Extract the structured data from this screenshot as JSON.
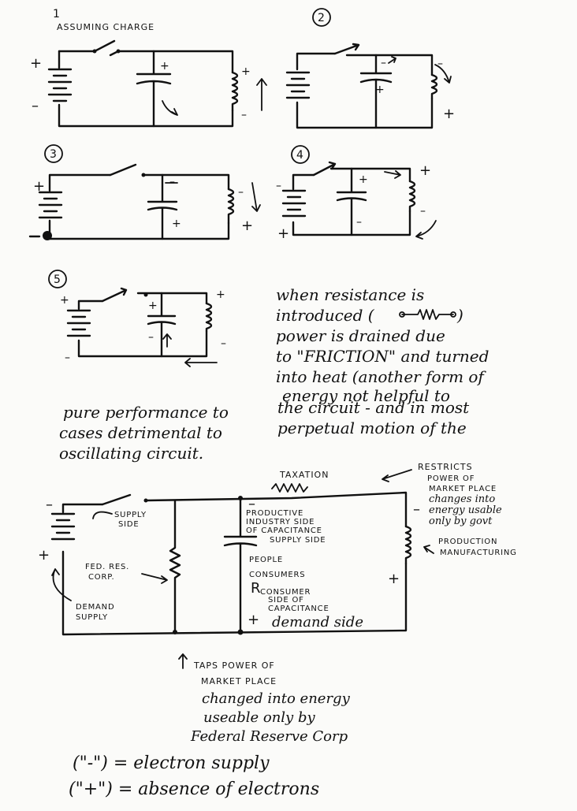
{
  "diagram1": {
    "number": "1",
    "heading": "ASSUMING CHARGE"
  },
  "diagram2": {
    "number": "2"
  },
  "diagram3": {
    "number": "3"
  },
  "diagram4": {
    "number": "4"
  },
  "diagram5": {
    "number": "5"
  },
  "resistance_note": [
    "when resistance is",
    "introduced (",
    ")",
    "power is drained due",
    "to \"FRICTION\" and turned",
    "into heat (another form of",
    "energy not helpful to"
  ],
  "conclusion_note": [
    "pure performance to",
    "the circuit - and in most",
    "cases detrimental to",
    "perpetual motion of the",
    "oscillating circuit."
  ],
  "economy": {
    "taxation": "TAXATION",
    "supply_side": [
      "SUPPLY",
      "SIDE"
    ],
    "fed_res_corp": [
      "FED. RES.",
      "CORP."
    ],
    "demand_supply": [
      "DEMAND",
      "SUPPLY"
    ],
    "productive": [
      "PRODUCTIVE",
      "INDUSTRY SIDE",
      "OF CAPACITANCE",
      "SUPPLY SIDE"
    ],
    "people": [
      "PEOPLE",
      "CONSUMERS"
    ],
    "consumer": [
      "CONSUMER",
      "SIDE OF",
      "CAPACITANCE"
    ],
    "demand_side": "demand side",
    "restricts": [
      "RESTRICTS",
      "POWER OF",
      "MARKET PLACE"
    ],
    "restricts_script": [
      "changes into",
      "energy usable",
      "only by govt"
    ],
    "production": [
      "PRODUCTION",
      "MANUFACTURING"
    ],
    "taps": [
      "TAPS POWER OF",
      "MARKET PLACE"
    ],
    "taps_script": [
      "changed into energy",
      "useable only by",
      "Federal Reserve Corp"
    ]
  },
  "legend": [
    "(\"-\") = electron supply",
    "(\"+\") = absence of electrons"
  ]
}
